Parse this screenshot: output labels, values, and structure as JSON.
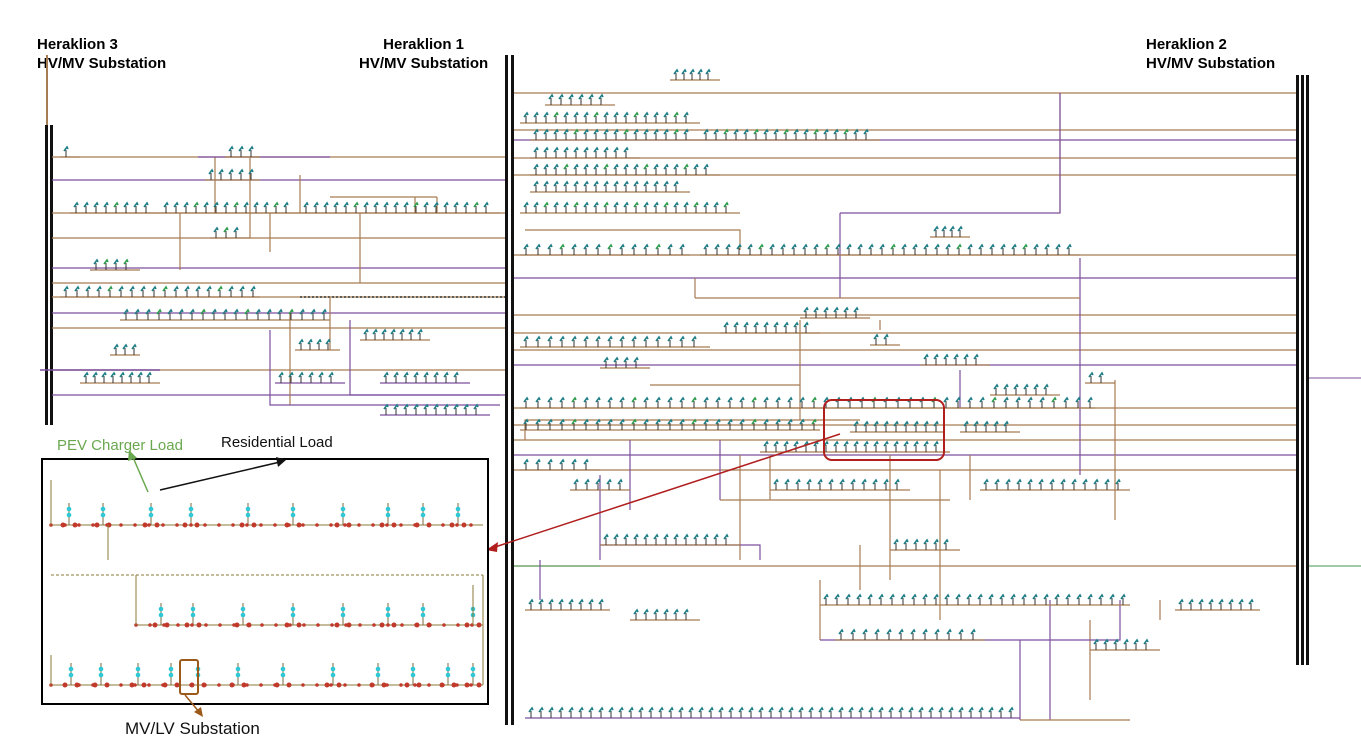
{
  "substations": [
    {
      "name": "Heraklion 3",
      "type": "HV/MV Substation"
    },
    {
      "name": "Heraklion 1",
      "type": "HV/MV Substation"
    },
    {
      "name": "Heraklion 2",
      "type": "HV/MV Substation"
    }
  ],
  "callouts": {
    "pev": "PEV Charger Load",
    "residential": "Residential Load",
    "mvlv": "MV/LV Substation"
  },
  "colors": {
    "feeder_brown": "#a67c52",
    "feeder_purple": "#7b4f9e",
    "bus_black": "#111111",
    "load_green": "#2e9e4f",
    "load_teal": "#1f7f86",
    "highlight_red": "#b01e1e",
    "pev_green": "#6aa84f",
    "inset_node_red": "#c0392b",
    "inset_node_cyan": "#2ec7d6",
    "mvlv_box": "#9c5a1a",
    "secondary_green": "#3f9a4c"
  }
}
